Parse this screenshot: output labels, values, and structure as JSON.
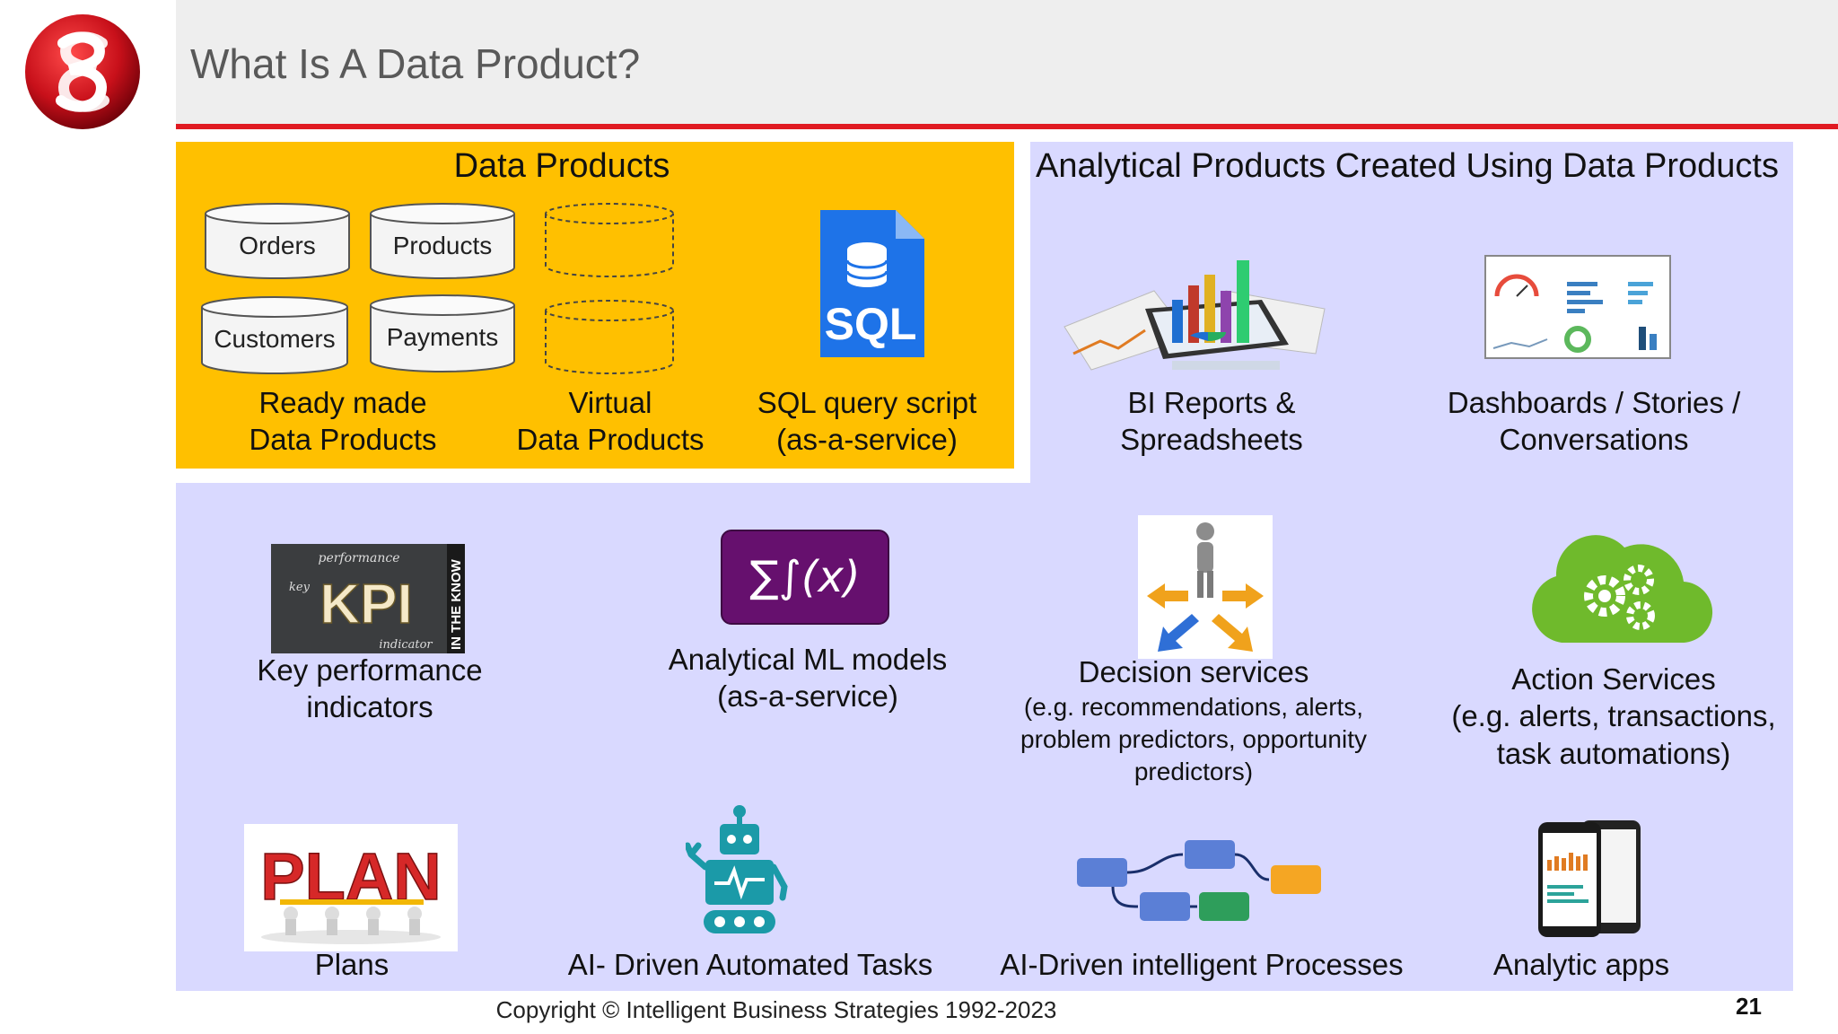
{
  "slide": {
    "title": "What Is A Data Product?",
    "footer": "Copyright © Intelligent Business Strategies 1992-2023",
    "page_number": "21"
  },
  "colors": {
    "header_bg": "#eeeeee",
    "accent_red": "#e01a22",
    "data_products_bg": "#ffc000",
    "analytical_bg": "#d9d9ff"
  },
  "data_products": {
    "heading": "Data Products",
    "cylinders": [
      "Orders",
      "Products",
      "Customers",
      "Payments"
    ],
    "ready_made": {
      "line1": "Ready made",
      "line2": "Data Products"
    },
    "virtual": {
      "line1": "Virtual",
      "line2": "Data Products"
    },
    "sql": {
      "icon_text": "SQL",
      "line1": "SQL query script",
      "line2": "(as-a-service)"
    }
  },
  "analytical": {
    "heading": "Analytical Products Created Using Data Products",
    "bi": {
      "line1": "BI Reports &",
      "line2": "Spreadsheets"
    },
    "dashboards": {
      "line1": "Dashboards / Stories /",
      "line2": "Conversations"
    },
    "kpi": {
      "line1": "Key performance",
      "line2": "indicators",
      "img_top": "performance",
      "img_main": "KPI",
      "img_left": "key",
      "img_bottom": "indicator",
      "img_side": "IN THE KNOW"
    },
    "ml": {
      "icon_text": "∑∫(x)",
      "line1": "Analytical ML models",
      "line2": "(as-a-service)"
    },
    "decision": {
      "line1": "Decision services",
      "line2": "(e.g. recommendations, alerts,",
      "line3": "problem predictors, opportunity",
      "line4": "predictors)"
    },
    "action": {
      "line1": "Action Services",
      "line2": "(e.g. alerts, transactions,",
      "line3": "task automations)"
    },
    "plans": {
      "label": "Plans",
      "img_text": "PLAN"
    },
    "ai_tasks": {
      "label": "AI- Driven Automated Tasks"
    },
    "ai_processes": {
      "label": "AI-Driven intelligent Processes"
    },
    "apps": {
      "label": "Analytic apps"
    }
  }
}
